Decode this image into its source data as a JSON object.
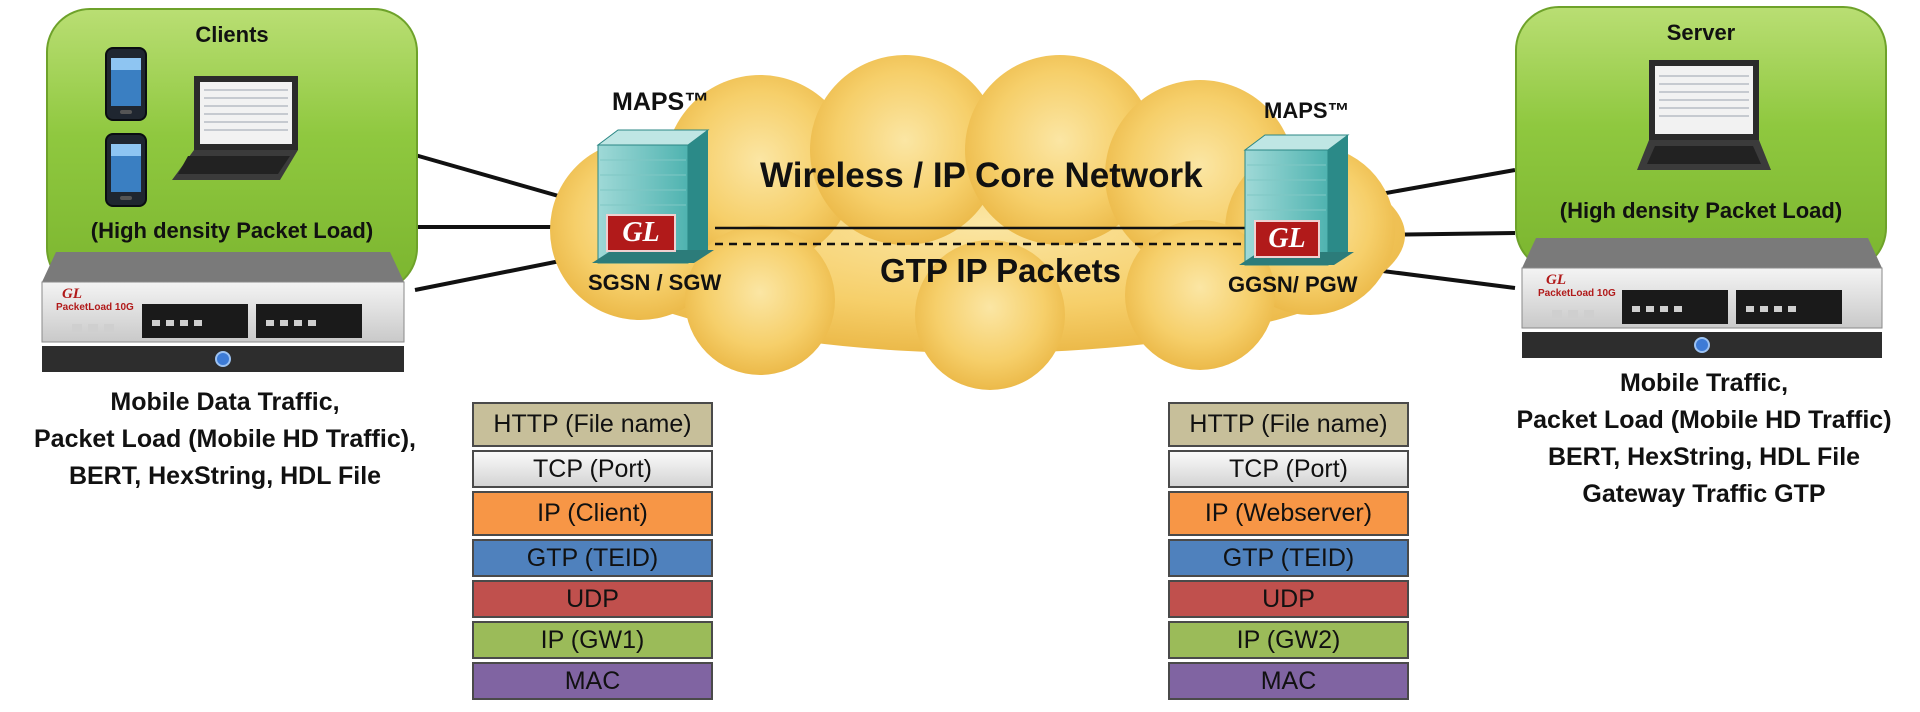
{
  "clients": {
    "title": "Clients",
    "load_label": "(High density Packet Load)",
    "caption": [
      "Mobile Data Traffic,",
      "Packet Load (Mobile HD Traffic),",
      "BERT, HexString, HDL File"
    ]
  },
  "server": {
    "title": "Server",
    "load_label": "(High density Packet Load)",
    "caption": [
      "Mobile Traffic,",
      "Packet Load (Mobile HD Traffic)",
      "BERT, HexString, HDL File",
      "Gateway Traffic GTP"
    ]
  },
  "appliance": {
    "logo": "GL",
    "model": "PacketLoad 10G"
  },
  "cloud": {
    "title": "Wireless / IP Core Network",
    "subtitle": "GTP IP Packets"
  },
  "left_node": {
    "maps_label": "MAPS™",
    "logo": "GL",
    "label": "SGSN / SGW"
  },
  "right_node": {
    "maps_label": "MAPS™",
    "logo": "GL",
    "label": "GGSN/ PGW"
  },
  "left_stack": [
    {
      "label": "HTTP (File name)",
      "color": "#c7bf9a"
    },
    {
      "label": "TCP (Port)",
      "color": "#e6e6e6"
    },
    {
      "label": "IP (Client)",
      "color": "#f79646"
    },
    {
      "label": "GTP (TEID)",
      "color": "#4f81bd"
    },
    {
      "label": "UDP",
      "color": "#c0504d"
    },
    {
      "label": "IP (GW1)",
      "color": "#9bbb59"
    },
    {
      "label": "MAC",
      "color": "#8064a2"
    }
  ],
  "right_stack": [
    {
      "label": "HTTP (File name)",
      "color": "#c7bf9a"
    },
    {
      "label": "TCP (Port)",
      "color": "#e6e6e6"
    },
    {
      "label": "IP (Webserver)",
      "color": "#f79646"
    },
    {
      "label": "GTP (TEID)",
      "color": "#4f81bd"
    },
    {
      "label": "UDP",
      "color": "#c0504d"
    },
    {
      "label": "IP (GW2)",
      "color": "#9bbb59"
    },
    {
      "label": "MAC",
      "color": "#8064a2"
    }
  ],
  "colors": {
    "panel_green": "#8fc83f",
    "cloud_gold": "#f6cf6a",
    "server_teal": "#3aa8a6",
    "gl_red": "#b11a1a"
  }
}
